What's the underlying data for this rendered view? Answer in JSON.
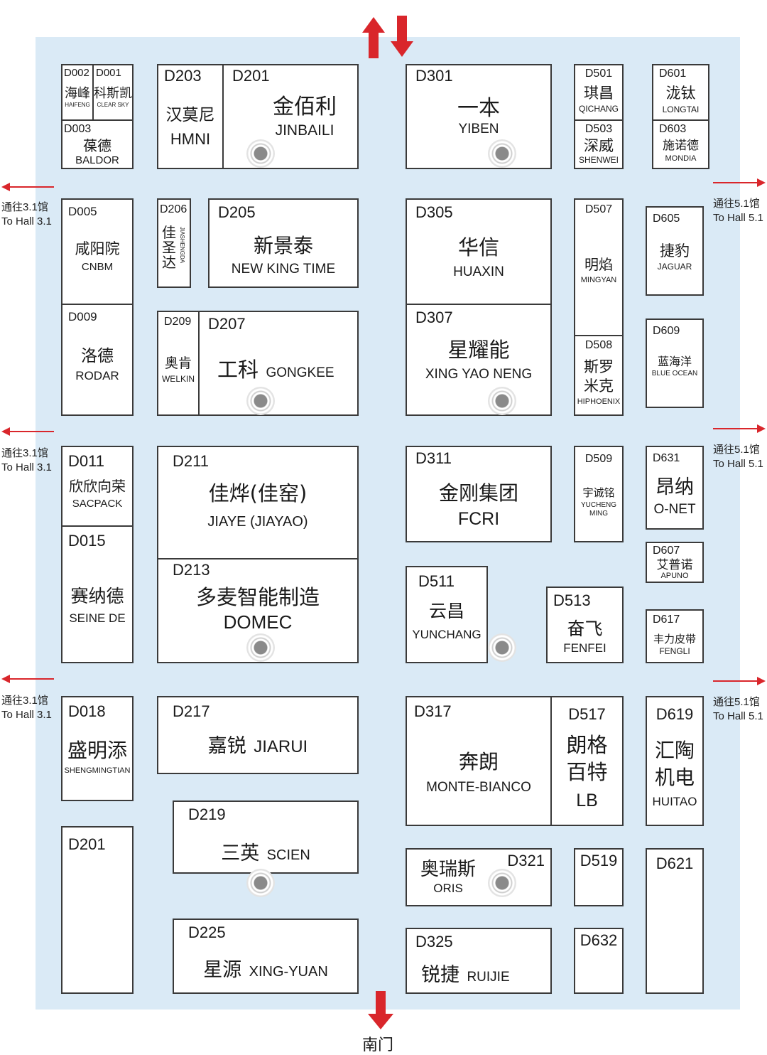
{
  "colors": {
    "hall_bg": "#daeaf6",
    "arrow": "#d9262b",
    "booth_border": "#3a3a3a"
  },
  "exits": {
    "hall31": {
      "cn": "通往3.1馆",
      "en": "To Hall 3.1"
    },
    "hall51": {
      "cn": "通往5.1馆",
      "en": "To Hall 5.1"
    },
    "south_gate": "南门"
  },
  "booths": {
    "d002": {
      "code": "D002",
      "cn": "海峰",
      "en": "HAIFENG"
    },
    "d001": {
      "code": "D001",
      "cn": "科斯凯",
      "en": "CLEAR SKY"
    },
    "d003": {
      "code": "D003",
      "cn": "葆德",
      "en": "BALDOR"
    },
    "d203": {
      "code": "D203",
      "cn": "汉莫尼",
      "en": "HMNI"
    },
    "d201a": {
      "code": "D201",
      "cn": "金佰利",
      "en": "JINBAILI"
    },
    "d301": {
      "code": "D301",
      "cn": "一本",
      "en": "YIBEN"
    },
    "d501": {
      "code": "D501",
      "cn": "琪昌",
      "en": "QICHANG"
    },
    "d503": {
      "code": "D503",
      "cn": "深威",
      "en": "SHENWEI"
    },
    "d601": {
      "code": "D601",
      "cn": "泷钛",
      "en": "LONGTAI"
    },
    "d603": {
      "code": "D603",
      "cn": "施诺德",
      "en": "MONDIA"
    },
    "d005": {
      "code": "D005",
      "cn": "咸阳院",
      "en": "CNBM"
    },
    "d206": {
      "code": "D206",
      "cn": "佳圣达",
      "en": "JIASHENGDA"
    },
    "d205": {
      "code": "D205",
      "cn": "新景泰",
      "en": "NEW KING TIME"
    },
    "d305": {
      "code": "D305",
      "cn": "华信",
      "en": "HUAXIN"
    },
    "d507": {
      "code": "D507",
      "cn": "明焰",
      "en": "MINGYAN"
    },
    "d605": {
      "code": "D605",
      "cn": "捷豹",
      "en": "JAGUAR"
    },
    "d009": {
      "code": "D009",
      "cn": "洛德",
      "en": "RODAR"
    },
    "d209": {
      "code": "D209",
      "cn": "奥肯",
      "en": "WELKIN"
    },
    "d207": {
      "code": "D207",
      "cn": "工科",
      "en": "GONGKEE"
    },
    "d307": {
      "code": "D307",
      "cn": "星耀能",
      "en": "XING YAO NENG"
    },
    "d508": {
      "code": "D508",
      "cn1": "斯罗",
      "cn2": "米克",
      "en": "HIPHOENIX"
    },
    "d609": {
      "code": "D609",
      "cn": "蓝海洋",
      "en": "BLUE OCEAN"
    },
    "d011": {
      "code": "D011",
      "cn": "欣欣向荣",
      "en": "SACPACK"
    },
    "d211": {
      "code": "D211",
      "cn": "佳烨(佳窑)",
      "en": "JIAYE (JIAYAO)"
    },
    "d311": {
      "code": "D311",
      "cn": "金刚集团",
      "en": "FCRI"
    },
    "d509": {
      "code": "D509",
      "cn": "宇诚铭",
      "en1": "YUCHENG",
      "en2": "MING"
    },
    "d631": {
      "code": "D631",
      "cn": "昂纳",
      "en": "O-NET"
    },
    "d015": {
      "code": "D015",
      "cn": "赛纳德",
      "en": "SEINE DE"
    },
    "d213": {
      "code": "D213",
      "cn": "多麦智能制造",
      "en": "DOMEC"
    },
    "d607": {
      "code": "D607",
      "cn": "艾普诺",
      "en": "APUNO"
    },
    "d511": {
      "code": "D511",
      "cn": "云昌",
      "en": "YUNCHANG"
    },
    "d513": {
      "code": "D513",
      "cn": "奋飞",
      "en": "FENFEI"
    },
    "d617": {
      "code": "D617",
      "cn": "丰力皮带",
      "en": "FENGLI"
    },
    "d018": {
      "code": "D018",
      "cn": "盛明添",
      "en": "SHENGMINGTIAN"
    },
    "d217": {
      "code": "D217",
      "cn": "嘉锐",
      "en": "JIARUI"
    },
    "d317": {
      "code": "D317",
      "cn": "奔朗",
      "en": "MONTE-BIANCO"
    },
    "d517": {
      "code": "D517",
      "cn1": "朗格",
      "cn2": "百特",
      "en": "LB"
    },
    "d619": {
      "code": "D619",
      "cn1": "汇陶",
      "cn2": "机电",
      "en": "HUITAO"
    },
    "d219": {
      "code": "D219",
      "cn": "三英",
      "en": "SCIEN"
    },
    "d201b": {
      "code": "D201"
    },
    "d321": {
      "code": "D321",
      "cn": "奥瑞斯",
      "en": "ORIS"
    },
    "d519": {
      "code": "D519"
    },
    "d621": {
      "code": "D621"
    },
    "d225": {
      "code": "D225",
      "cn": "星源",
      "en": "XING-YUAN"
    },
    "d325": {
      "code": "D325",
      "cn": "锐捷",
      "en": "RUIJIE"
    },
    "d632": {
      "code": "D632"
    }
  }
}
